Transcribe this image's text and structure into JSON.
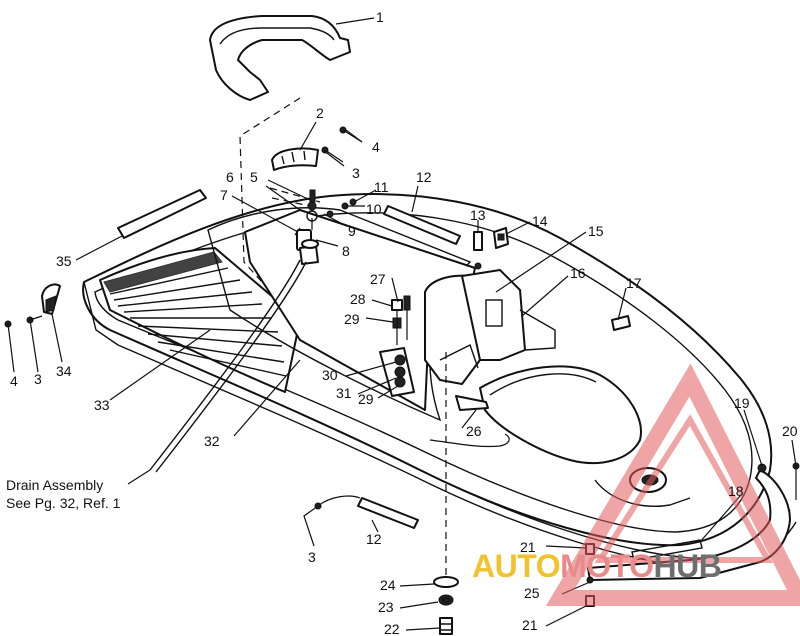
{
  "callouts": {
    "c1": "1",
    "c2": "2",
    "c3a": "3",
    "c4a": "4",
    "c5": "5",
    "c6": "6",
    "c7": "7",
    "c8": "8",
    "c9": "9",
    "c10": "10",
    "c11": "11",
    "c12a": "12",
    "c13": "13",
    "c14": "14",
    "c15": "15",
    "c16": "16",
    "c17": "17",
    "c18": "18",
    "c19": "19",
    "c20": "20",
    "c21a": "21",
    "c21b": "21",
    "c22": "22",
    "c23": "23",
    "c24": "24",
    "c25": "25",
    "c26": "26",
    "c27": "27",
    "c28": "28",
    "c29a": "29",
    "c29b": "29",
    "c30": "30",
    "c31": "31",
    "c32": "32",
    "c33": "33",
    "c34": "34",
    "c35": "35",
    "c4b": "4",
    "c3b": "3",
    "c3c": "3",
    "c12b": "12"
  },
  "note": {
    "line1": "Drain Assembly",
    "line2": "See Pg. 32, Ref. 1"
  },
  "watermark": {
    "part1": "AUTO",
    "part2": "MOTO",
    "part3": "HUB",
    "colors": {
      "yellow": "#f1c22e",
      "red": "#e35c5c",
      "gray": "#6e6e6e"
    }
  }
}
